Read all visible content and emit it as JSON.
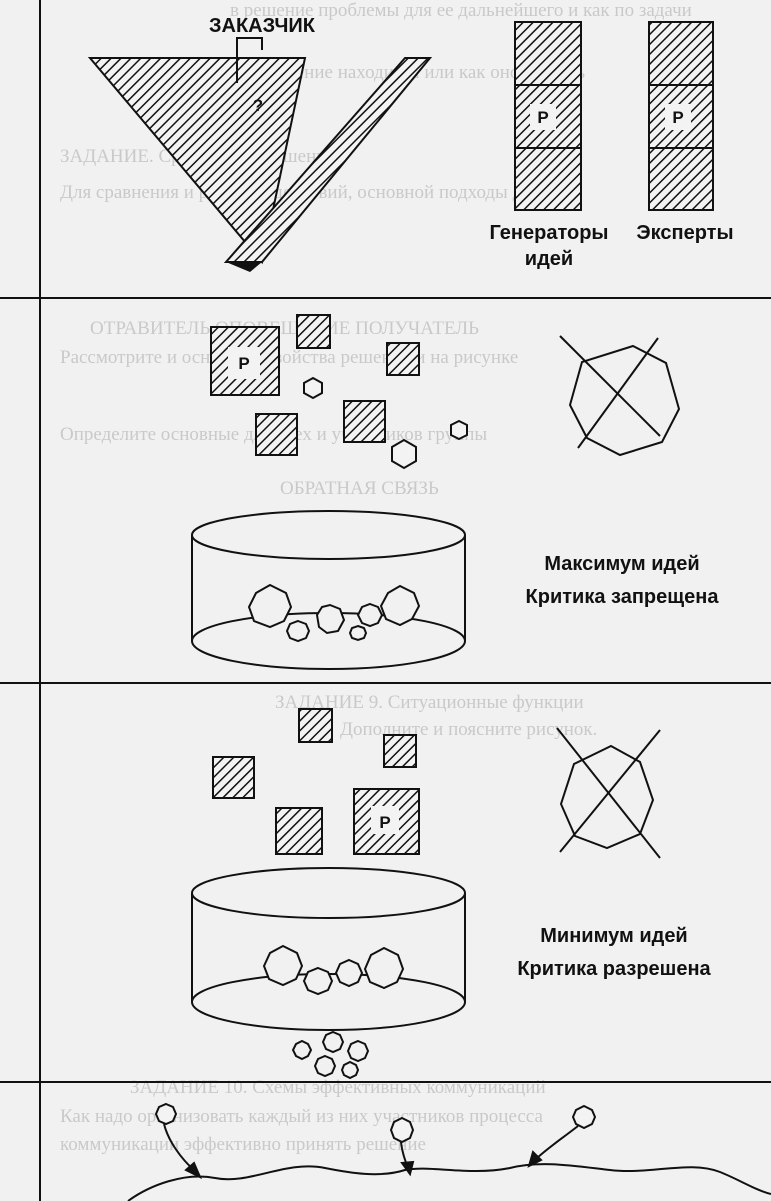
{
  "labels": {
    "customer": "ЗАКАЗЧИК",
    "question": "?",
    "generators": "Генераторы",
    "ideas_word": "идей",
    "experts": "Эксперты",
    "box_letter": "Р",
    "max_ideas": "Максимум идей",
    "criticism_forbidden": "Критика запрещена",
    "min_ideas": "Минимум идей",
    "criticism_allowed": "Критика разрешена"
  },
  "bleed_through": {
    "row1": "в решение проблемы для ее дальнейшего и как по задачи",
    "row2": "а решение находится или как оно сделать",
    "row3": "ЗАДАНИЕ. Сравнение и решение",
    "row4": "Для сравнения и решения действий, основной подходы для",
    "row5": "ОТРАВИТЕЛЬ   ОПОВЕЩЕНИЕ   ПОЛУЧАТЕЛЬ",
    "row6": "Рассмотрите и основные свойства решения и на рисунке",
    "row7": "Определите основные для всех и участников группы",
    "row8": "ОБРАТНАЯ СВЯЗЬ",
    "row9": "ЗАДАНИЕ 9. Ситуационные функции",
    "row10": "Дополните и поясните рисунок.",
    "row11": "ЗАДАНИЕ 10. Схемы эффективных коммуникаций",
    "row12": "Как надо организовать каждый из них участников процесса",
    "row13": "коммуникации эффективно принять решение"
  }
}
